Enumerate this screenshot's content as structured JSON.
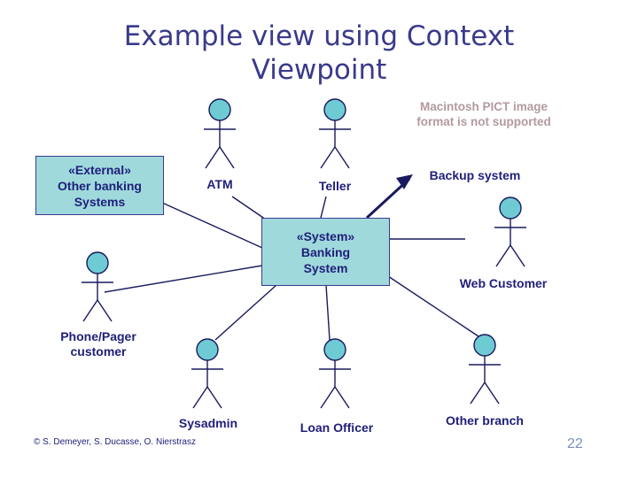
{
  "slide": {
    "title": "Example view using Context Viewpoint",
    "credit": "© S. Demeyer, S. Ducasse, O. Nierstrasz",
    "page_number": "22",
    "missing_image_text": "Macintosh PICT image format is not supported"
  },
  "colors": {
    "title": "#3a3a8c",
    "box_fill": "#9fd9dc",
    "box_border": "#3a3a8c",
    "label": "#20207a",
    "line": "#1a1a5e",
    "missing_image": "#b39a9f",
    "page_number": "#7b8fb8"
  },
  "boxes": [
    {
      "id": "external-other-banking-systems",
      "lines": [
        "«External»",
        "Other banking",
        "Systems"
      ]
    },
    {
      "id": "system-banking-system",
      "lines": [
        "«System»",
        "Banking",
        "System"
      ]
    }
  ],
  "actors": [
    {
      "id": "atm",
      "label": "ATM"
    },
    {
      "id": "teller",
      "label": "Teller"
    },
    {
      "id": "backup-system",
      "label": "Backup system"
    },
    {
      "id": "web-customer",
      "label": "Web Customer"
    },
    {
      "id": "phone-pager-customer",
      "label": "Phone/Pager customer"
    },
    {
      "id": "sysadmin",
      "label": "Sysadmin"
    },
    {
      "id": "loan-officer",
      "label": "Loan Officer"
    },
    {
      "id": "other-branch",
      "label": "Other branch"
    }
  ]
}
